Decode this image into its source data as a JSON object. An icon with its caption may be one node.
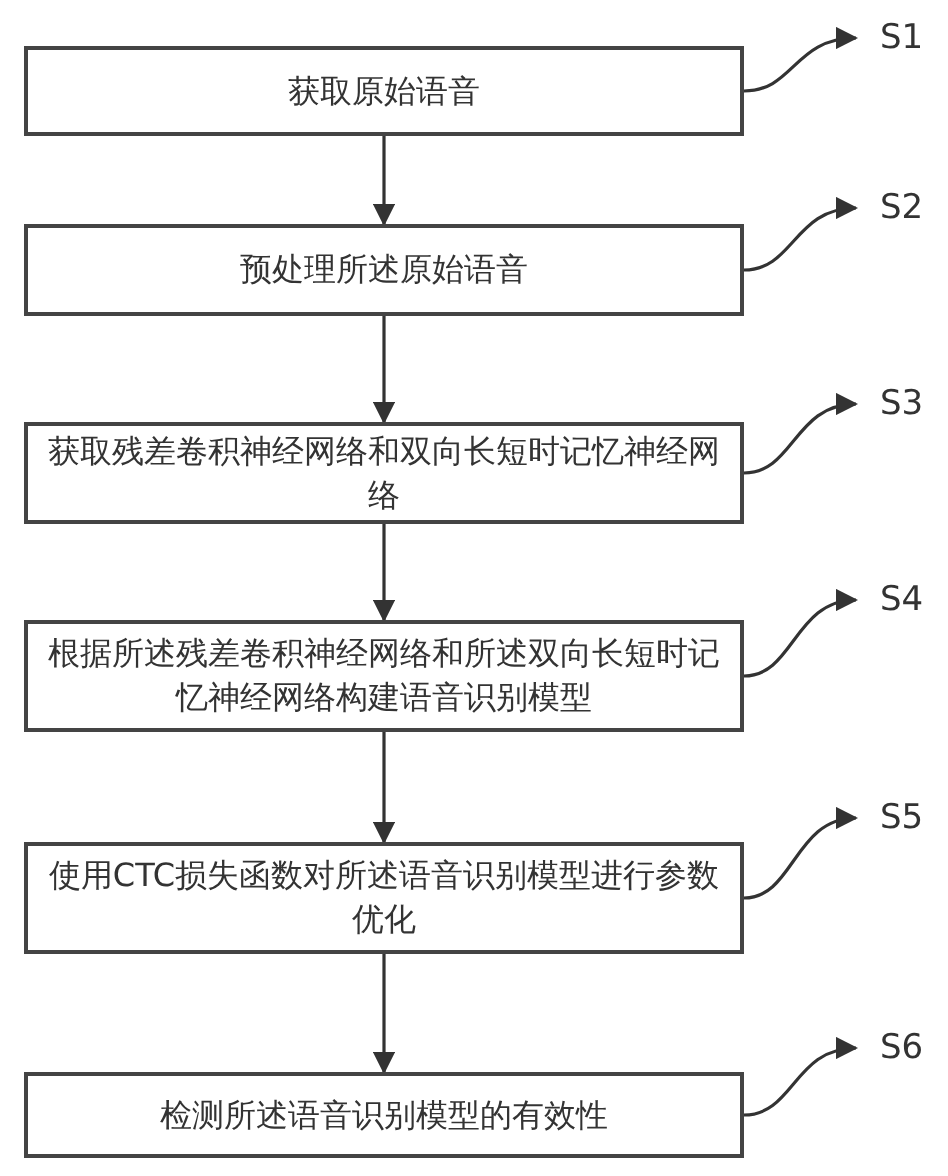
{
  "diagram": {
    "nodes": [
      {
        "text": [
          "获取原始语音"
        ]
      },
      {
        "text": [
          "预处理所述原始语音"
        ]
      },
      {
        "text": [
          "获取残差卷积神经网络和双向长短时记忆神经网络"
        ]
      },
      {
        "text": [
          "根据所述残差卷积神经网络和所述双向长短时记忆神经网络构建语音识别模型"
        ]
      },
      {
        "text": [
          "使用CTC损失函数对所述语音识别模型进行参数优化"
        ]
      },
      {
        "text": [
          "检测所述语音识别模型的有效性"
        ]
      },
      {
        "text": [
          "S1"
        ]
      },
      {
        "text": [
          "S2"
        ]
      },
      {
        "text": [
          "S3"
        ]
      },
      {
        "text": [
          "S4"
        ]
      },
      {
        "text": [
          "S5"
        ]
      },
      {
        "text": [
          "S6"
        ]
      }
    ],
    "edges": [
      {
        "from": 0,
        "to": 1,
        "arrow": "to"
      },
      {
        "from": 1,
        "to": 2,
        "arrow": "to"
      },
      {
        "from": 2,
        "to": 3,
        "arrow": "to"
      },
      {
        "from": 3,
        "to": 4,
        "arrow": "to"
      },
      {
        "from": 4,
        "to": 5,
        "arrow": "to"
      },
      {
        "from": 0,
        "to": 6,
        "arrow": "to"
      },
      {
        "from": 1,
        "to": 7,
        "arrow": "to"
      },
      {
        "from": 2,
        "to": 8,
        "arrow": "to"
      },
      {
        "from": 3,
        "to": 9,
        "arrow": "to"
      },
      {
        "from": 4,
        "to": 10,
        "arrow": "to"
      },
      {
        "from": 5,
        "to": 11,
        "arrow": "to"
      }
    ]
  }
}
